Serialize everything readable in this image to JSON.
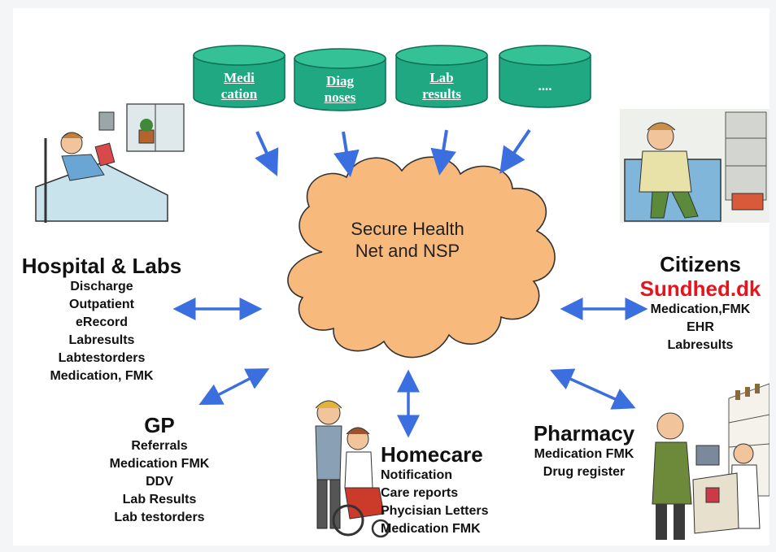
{
  "repositories": [
    {
      "label_line1": "Medi",
      "label_line2": "cation"
    },
    {
      "label_line1": "Diag",
      "label_line2": "noses"
    },
    {
      "label_line1": "Lab",
      "label_line2": "results"
    },
    {
      "label_line1": "....",
      "label_line2": ""
    }
  ],
  "cloud": {
    "line1": "Secure Health",
    "line2": "Net and NSP"
  },
  "hospital": {
    "title": "Hospital & Labs",
    "items": [
      "Discharge",
      "Outpatient",
      "eRecord",
      "Labresults",
      "Labtestorders",
      "Medication, FMK"
    ]
  },
  "citizens": {
    "title": "Citizens",
    "brand": "Sundhed.dk",
    "items": [
      "Medication,FMK",
      "EHR",
      "Labresults"
    ]
  },
  "gp": {
    "title": "GP",
    "items": [
      "Referrals",
      "Medication FMK",
      "DDV",
      "Lab Results",
      "Lab testorders"
    ]
  },
  "homecare": {
    "title": "Homecare",
    "items": [
      "Notification",
      "Care reports",
      "Phycisian Letters",
      "Medication FMK"
    ]
  },
  "pharmacy": {
    "title": "Pharmacy",
    "items": [
      "Medication FMK",
      "Drug register"
    ]
  },
  "colors": {
    "cylinder": "#1fa882",
    "cloud_fill": "#f8b97c",
    "arrow": "#3b6fe0",
    "brand_red": "#e8141c"
  }
}
